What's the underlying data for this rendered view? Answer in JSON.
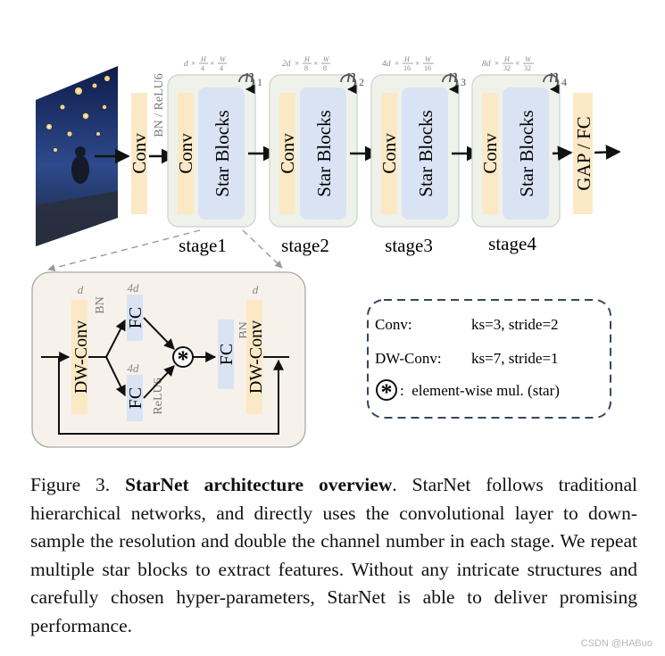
{
  "top": {
    "first_conv_label": "Conv",
    "first_bn_label": "BN / ReLU6",
    "stages": [
      {
        "conv": "Conv",
        "blocks": "Star Blocks",
        "name": "stage1",
        "dim_c": "d",
        "dim_h": "H",
        "dim_hd": "4",
        "dim_w": "W",
        "dim_wd": "4",
        "n_base": "n",
        "n_sub": "1"
      },
      {
        "conv": "Conv",
        "blocks": "Star Blocks",
        "name": "stage2",
        "dim_c": "2d",
        "dim_h": "H",
        "dim_hd": "8",
        "dim_w": "W",
        "dim_wd": "8",
        "n_base": "n",
        "n_sub": "2"
      },
      {
        "conv": "Conv",
        "blocks": "Star Blocks",
        "name": "stage3",
        "dim_c": "4d",
        "dim_h": "H",
        "dim_hd": "16",
        "dim_w": "W",
        "dim_wd": "16",
        "n_base": "n",
        "n_sub": "3"
      },
      {
        "conv": "Conv",
        "blocks": "Star Blocks",
        "name": "stage4",
        "dim_c": "8d",
        "dim_h": "H",
        "dim_hd": "32",
        "dim_w": "W",
        "dim_wd": "32",
        "n_base": "n",
        "n_sub": "4"
      }
    ],
    "head_label": "GAP / FC"
  },
  "block": {
    "dw1": "DW-Conv",
    "dw1_bn": "BN",
    "dw1_dim": "d",
    "fc_top": "FC",
    "fc_top_dim": "4d",
    "fc_bot": "FC",
    "fc_bot_dim": "4d",
    "fc_bot_act": "ReLU6",
    "star_symbol": "*",
    "fc_out": "FC",
    "fc_out_bn": "BN",
    "dw2": "DW-Conv",
    "dw2_dim": "d"
  },
  "legend": {
    "conv_name": "Conv:",
    "conv_value": "ks=3, stride=2",
    "dw_name": "DW-Conv:",
    "dw_value": "ks=7, stride=1",
    "star_symbol": "*",
    "star_desc": ":  element-wise mul. (star)"
  },
  "caption": {
    "label": "Figure 3.",
    "title": "StarNet architecture overview",
    "body": ". StarNet follows traditional hierarchical networks, and directly uses the convolutional layer to down-sample the resolution and double the channel number in each stage. We repeat multiple star blocks to extract features. Without any intricate structures and carefully chosen hyper-parameters, StarNet is able to deliver promising performance."
  },
  "watermark": "CSDN @HABuo",
  "colors": {
    "conv_fill": "#fbe9c6",
    "blocks_fill": "#d9e3f3",
    "stage_fill": "#eef2ea",
    "stage_stroke": "#cfd8cf",
    "block_bg": "#f7f1ec",
    "legend_border": "#36475e",
    "dim_text": "#888888"
  }
}
